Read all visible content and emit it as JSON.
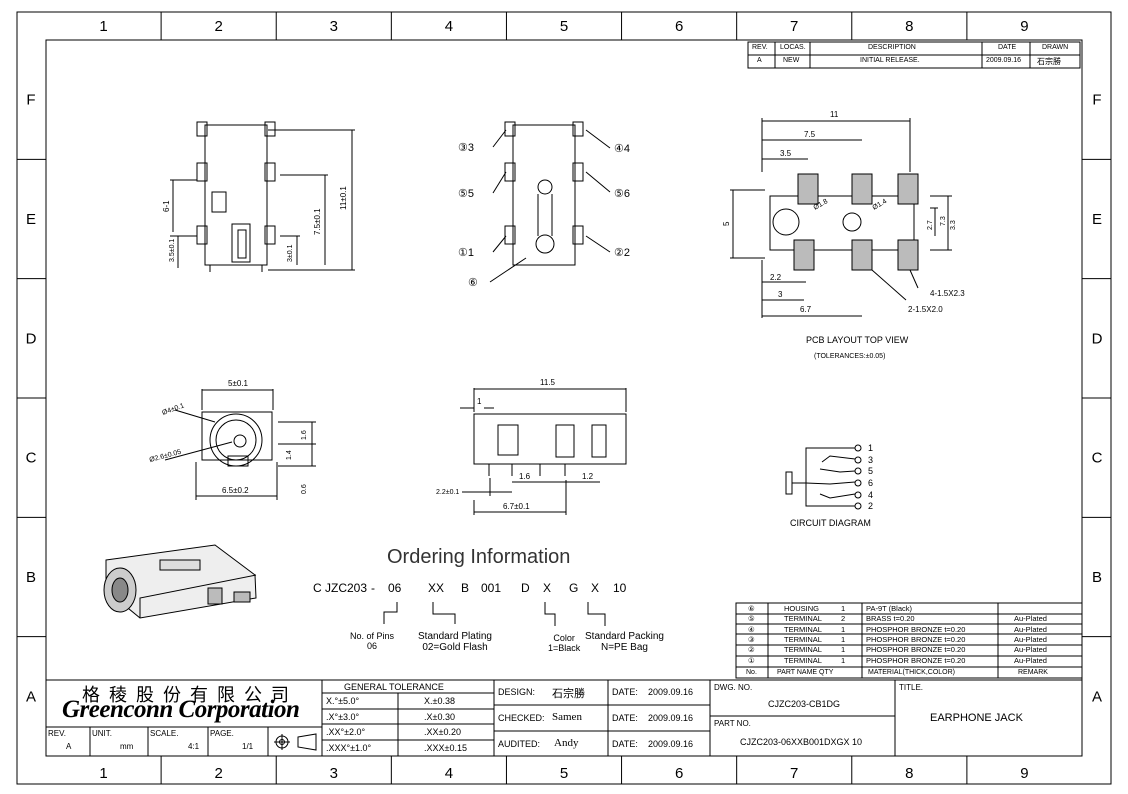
{
  "frame": {
    "columns": [
      "1",
      "2",
      "3",
      "4",
      "5",
      "6",
      "7",
      "8",
      "9"
    ],
    "rows": [
      "F",
      "E",
      "D",
      "C",
      "B",
      "A"
    ]
  },
  "revision_table": {
    "headers": [
      "REV.",
      "LOCAS.",
      "DESCRIPTION",
      "DATE",
      "DRAWN"
    ],
    "row": [
      "A",
      "NEW",
      "INITIAL RELEASE.",
      "2009.09.16",
      "石宗勝"
    ]
  },
  "views": {
    "front": {
      "labels": [
        "6-1",
        "3.5±0.1",
        "11±0.1",
        "7.5±0.1",
        "3±0.1"
      ]
    },
    "terminal": {
      "labels": [
        "③3",
        "⑤5",
        "①1",
        "⑥",
        "④4",
        "⑤6",
        "②2"
      ]
    },
    "pcb": {
      "dims": [
        "11",
        "7.5",
        "3.5",
        "5",
        "Ø1.8",
        "Ø1.4",
        "2.7",
        "3.3",
        "7.3",
        "2.2",
        "3",
        "6.7",
        "4-1.5X2.3",
        "2-1.5X2.0"
      ],
      "caption": "PCB LAYOUT TOP VIEW",
      "tolerance": "(TOLERANCES:±0.05)"
    },
    "end": {
      "labels": [
        "5±0.1",
        "Ø4±0.1",
        "Ø2.6±0.05",
        "1.6",
        "1.4",
        "6.5±0.2",
        "0.6"
      ]
    },
    "side": {
      "labels": [
        "11.5",
        "1",
        "2.2±0.1",
        "1.6",
        "1.2",
        "6.7±0.1"
      ]
    },
    "circuit": {
      "pins": [
        "1",
        "3",
        "5",
        "6",
        "4",
        "2"
      ],
      "caption": "CIRCUIT DIAGRAM"
    }
  },
  "ordering": {
    "title": "Ordering Information",
    "code": [
      "C JZC203",
      "-",
      "06",
      "XX",
      "B",
      "001",
      "D",
      "X",
      "G",
      "X",
      "10"
    ],
    "notes": [
      {
        "l1": "No. of Pins",
        "l2": "06"
      },
      {
        "l1": "Standard Plating",
        "l2": "02=Gold Flash"
      },
      {
        "l1": "Color",
        "l2": "1=Black"
      },
      {
        "l1": "Standard Packing",
        "l2": "N=PE Bag"
      }
    ]
  },
  "bom": {
    "rows": [
      [
        "⑥",
        "HOUSING",
        "1",
        "PA-9T (Black)",
        ""
      ],
      [
        "⑤",
        "TERMINAL",
        "2",
        "BRASS   t=0.20",
        "Au-Plated"
      ],
      [
        "④",
        "TERMINAL",
        "1",
        "PHOSPHOR BRONZE   t=0.20",
        "Au-Plated"
      ],
      [
        "③",
        "TERMINAL",
        "1",
        "PHOSPHOR BRONZE   t=0.20",
        "Au-Plated"
      ],
      [
        "②",
        "TERMINAL",
        "1",
        "PHOSPHOR BRONZE   t=0.20",
        "Au-Plated"
      ],
      [
        "①",
        "TERMINAL",
        "1",
        "PHOSPHOR BRONZE   t=0.20",
        "Au-Plated"
      ]
    ],
    "header": [
      "No.",
      "PART   NAME   QTY",
      "MATERIAL(THICK,COLOR)",
      "REMARK"
    ]
  },
  "title_block": {
    "company_cn": "格稜股份有限公司",
    "company_en": "Greenconn Corporation",
    "rev_label": "REV.",
    "rev": "A",
    "unit_label": "UNIT.",
    "unit": "mm",
    "scale_label": "SCALE.",
    "scale": "4:1",
    "page_label": "PAGE.",
    "page": "1/1",
    "tol_title": "GENERAL TOLERANCE",
    "tol": [
      [
        "X.°±5.0°",
        "X.±0.38"
      ],
      [
        ".X°±3.0°",
        ".X±0.30"
      ],
      [
        ".XX°±2.0°",
        ".XX±0.20"
      ],
      [
        ".XXX°±1.0°",
        ".XXX±0.15"
      ]
    ],
    "design_label": "DESIGN:",
    "design": "石宗勝",
    "checked_label": "CHECKED:",
    "checked": "Samen",
    "audited_label": "AUDITED:",
    "audited": "Andy",
    "date_label": "DATE:",
    "date": "2009.09.16",
    "dwg_label": "DWG. NO.",
    "dwg": "CJZC203-CB1DG",
    "part_label": "PART NO.",
    "part": "CJZC203-06XXB001DXGX 10",
    "title_label": "TITLE.",
    "title": "EARPHONE JACK"
  }
}
